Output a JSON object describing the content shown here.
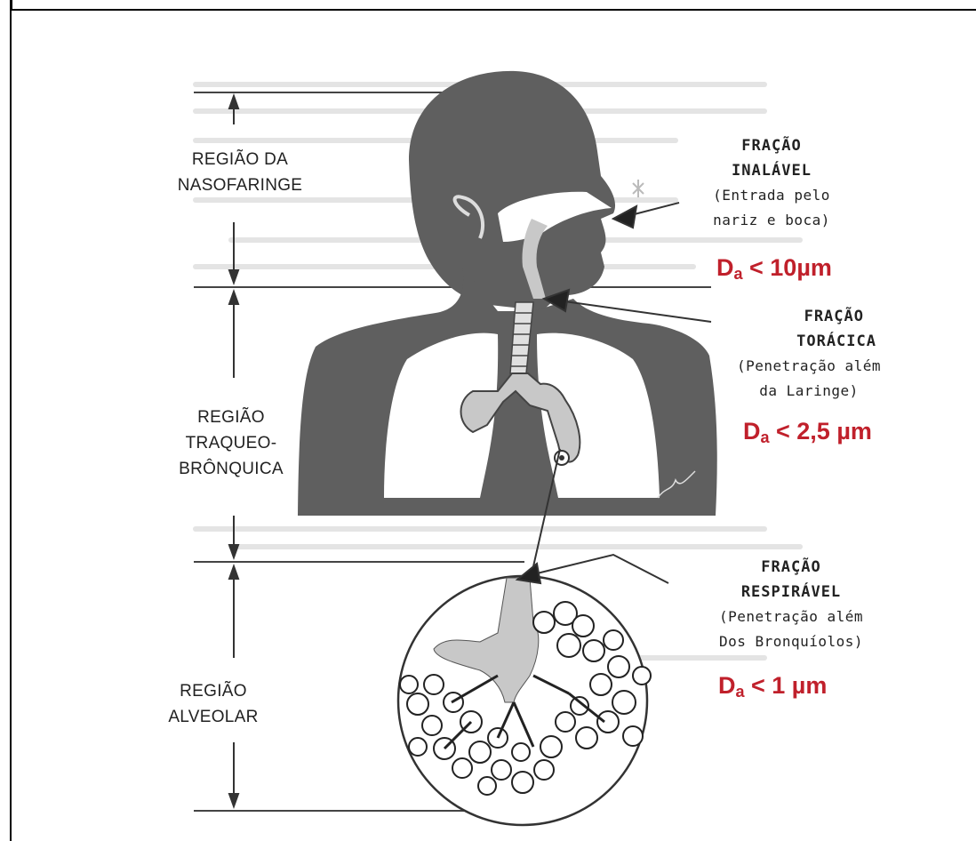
{
  "regions": {
    "nasopharynx": "REGIÃO DA\nNASOFARINGE",
    "tracheobronchial": "REGIÃO\nTRAQUEO-\nBRÔNQUICA",
    "alveolar": "REGIÃO\nALVEOLAR"
  },
  "fractions": {
    "inhalable": {
      "title1": "FRAÇÃO",
      "title2": "INALÁVEL",
      "desc1": "(Entrada pelo",
      "desc2": "nariz e boca)",
      "da_symbol": "D",
      "da_sub": "a",
      "da_value": " < 10µm"
    },
    "thoracic": {
      "title1": "FRAÇÃO",
      "title2": "TORÁCICA",
      "desc1": "(Penetração além",
      "desc2": "da Laringe)",
      "da_symbol": "D",
      "da_sub": "a",
      "da_value": " < 2,5 µm"
    },
    "respirable": {
      "title1": "FRAÇÃO",
      "title2": "RESPIRÁVEL",
      "desc1": "(Penetração além",
      "desc2": "Dos Bronquíolos)",
      "da_symbol": "D",
      "da_sub": "a",
      "da_value": " < 1 µm"
    }
  },
  "colors": {
    "body": "#5f5f5f",
    "airway": "#c8c8c8",
    "highlight": "#c0202b",
    "line": "#333333"
  }
}
